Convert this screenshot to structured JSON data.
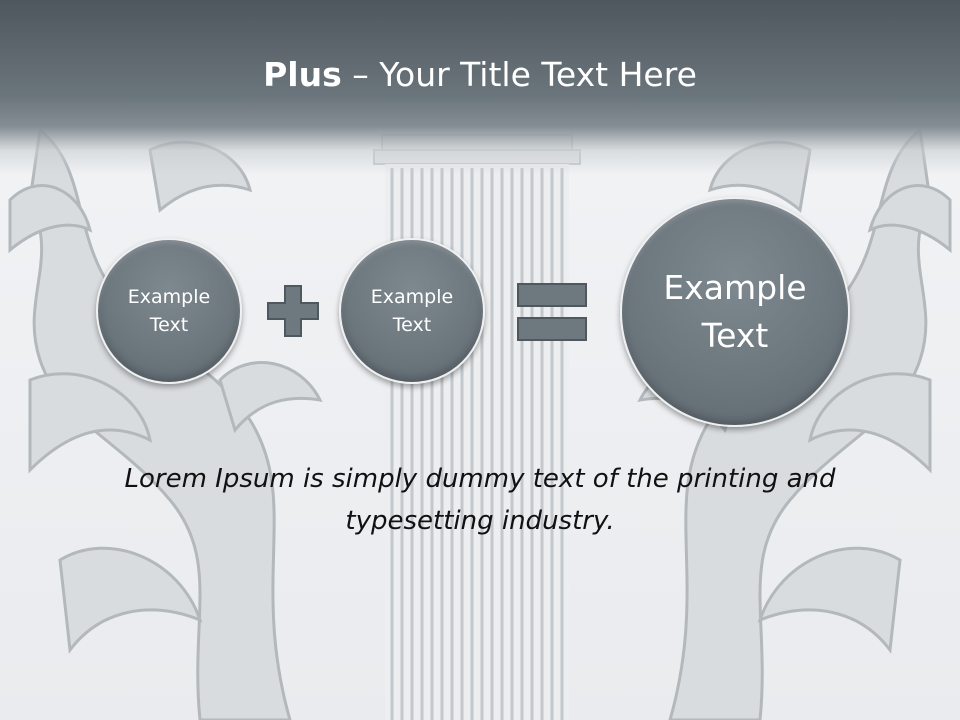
{
  "slide": {
    "title_bold": "Plus",
    "title_rest": " – Your Title Text Here",
    "circle_1": "Example Text",
    "circle_2": "Example Text",
    "circle_3": "Example Text",
    "caption": "Lorem Ipsum is simply dummy text of the printing and typesetting industry."
  },
  "icons": {
    "plus": "plus-icon",
    "equals": "equals-icon"
  },
  "colors": {
    "title_band": "#5b646b",
    "circle_fill": "#6d777e",
    "symbol_fill": "#6e787f",
    "background": "#eef0f2",
    "ornament": "#b7bcc0"
  }
}
